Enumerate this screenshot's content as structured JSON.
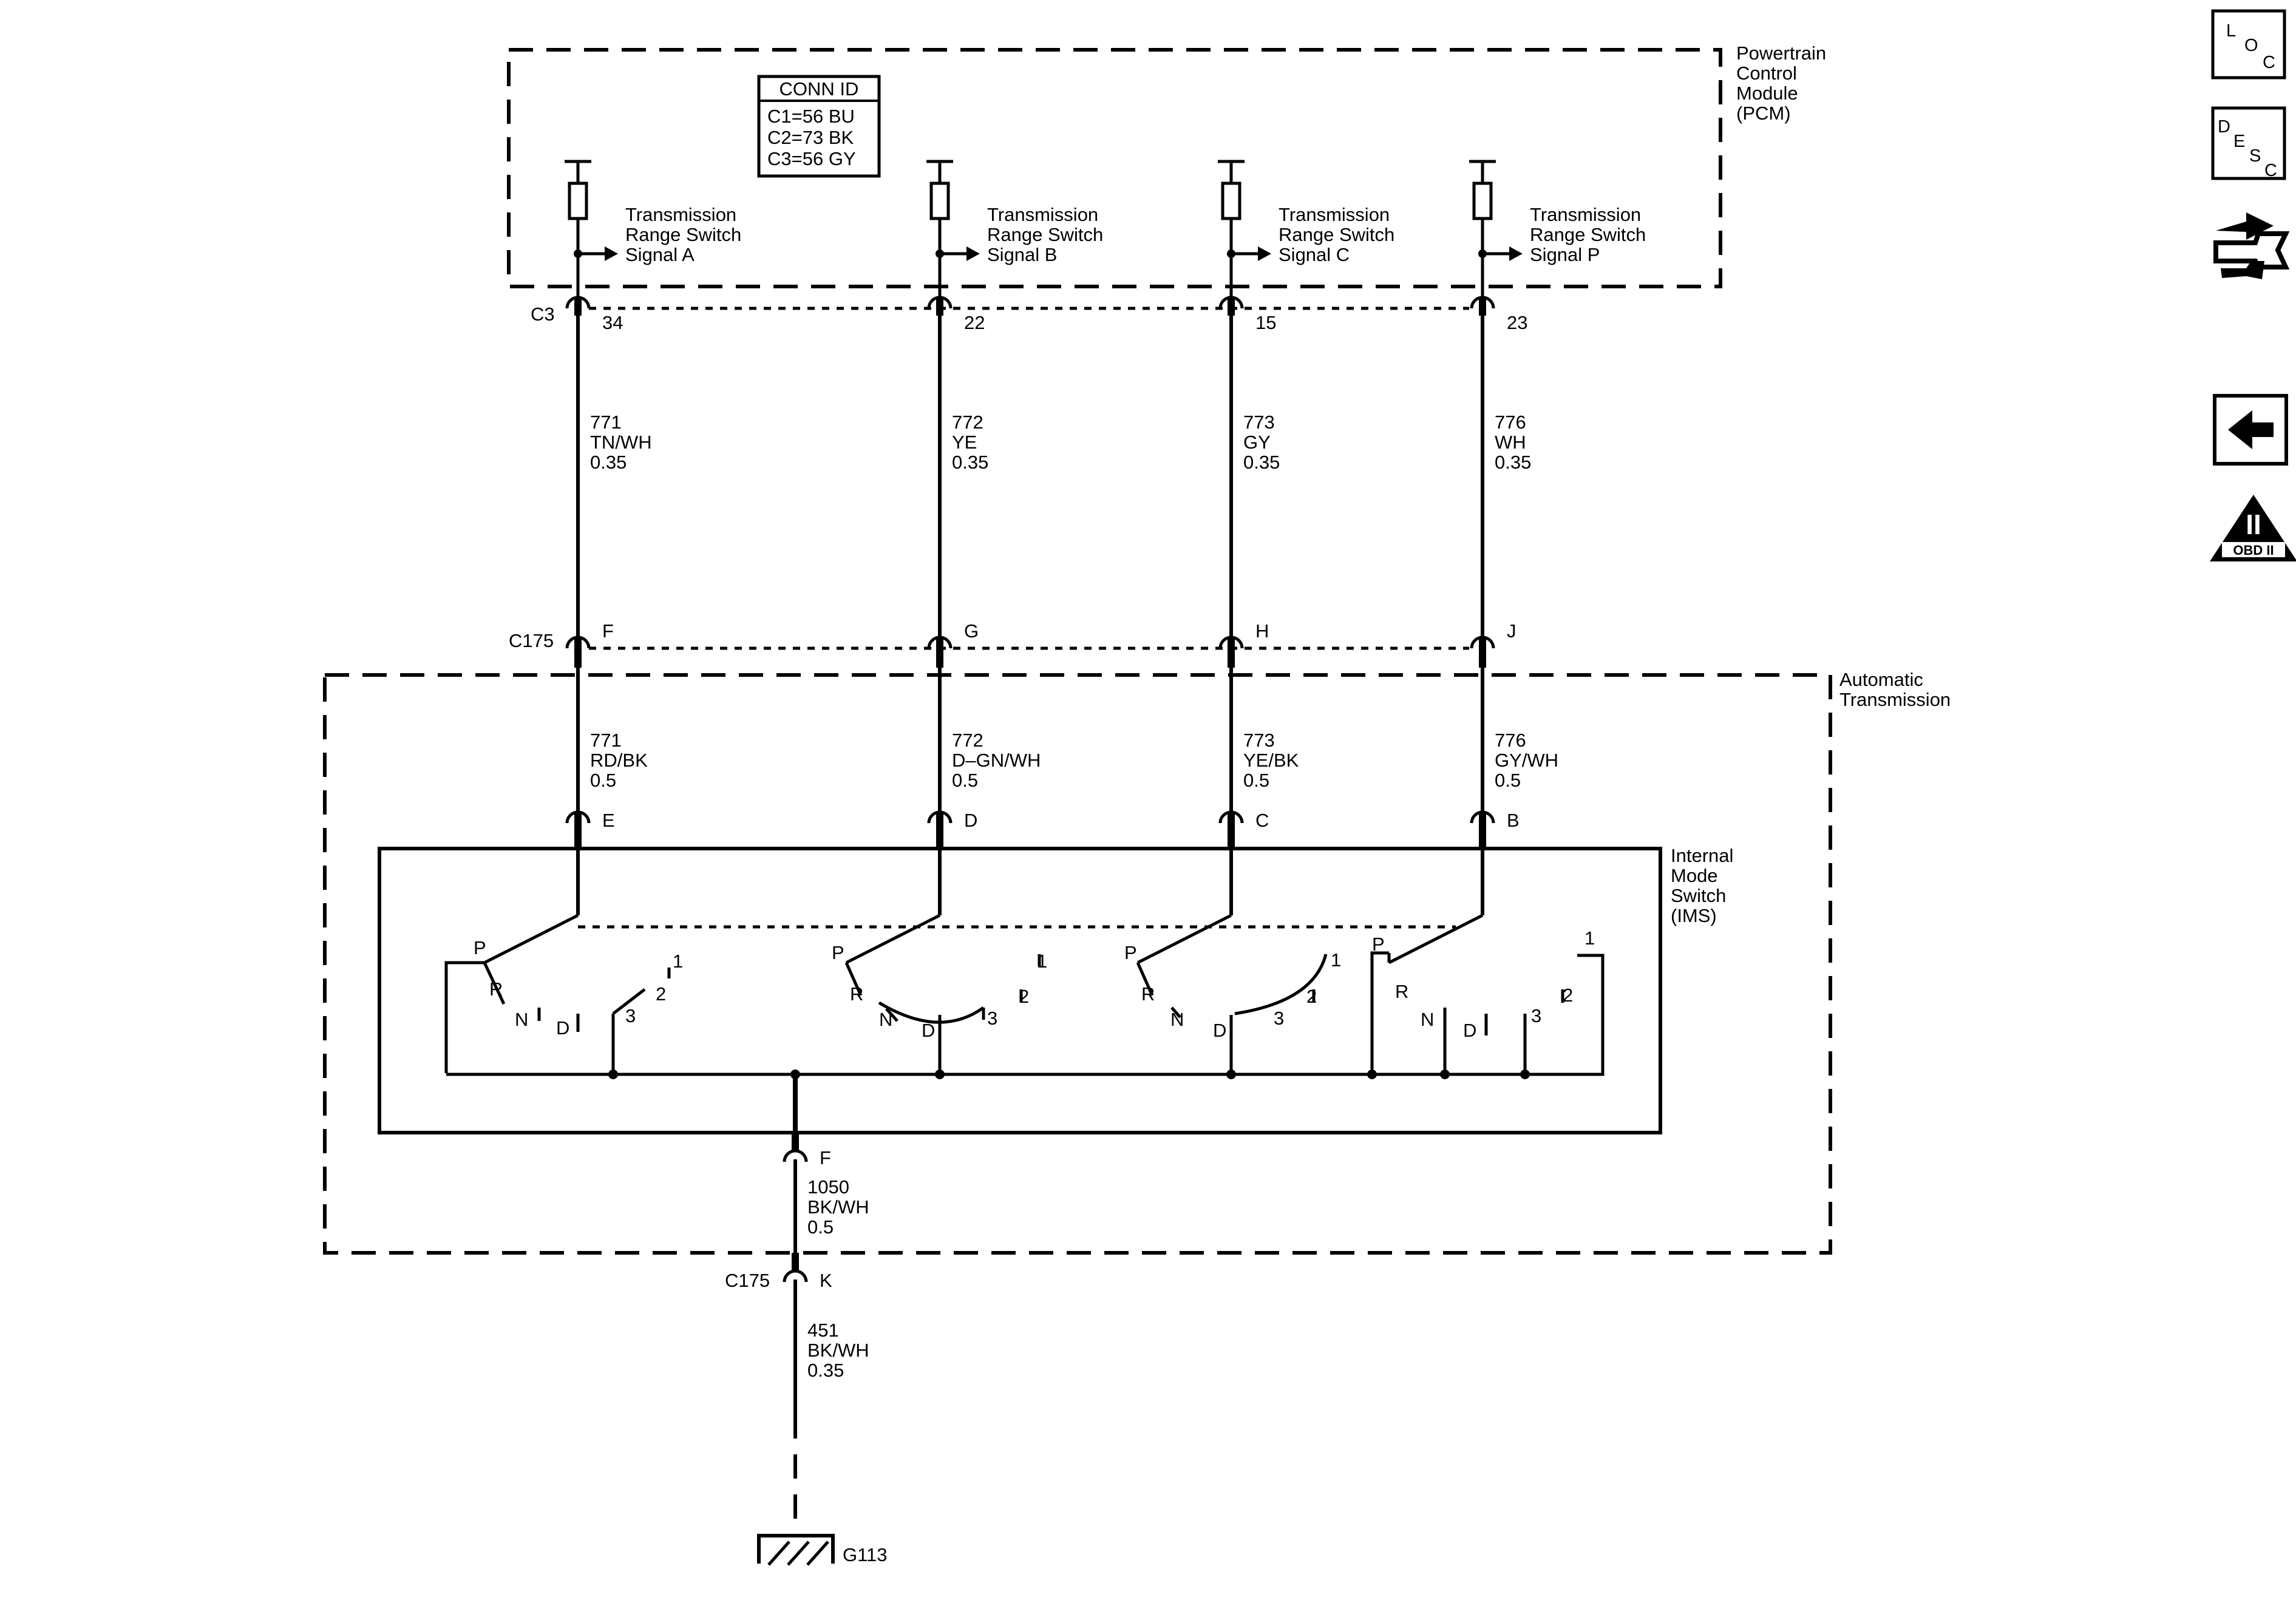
{
  "pcm": {
    "label_lines": [
      "Powertrain",
      "Control",
      "Module",
      "(PCM)"
    ],
    "conn_id": {
      "title": "CONN ID",
      "rows": [
        "C1=56 BU",
        "C2=73 BK",
        "C3=56 GY"
      ]
    },
    "connector": "C3"
  },
  "signals": [
    {
      "lines": [
        "Transmission",
        "Range Switch",
        "Signal A"
      ],
      "pin": "34",
      "upper_wire": {
        "circuit": "771",
        "color": "TN/WH",
        "gauge": "0.35"
      },
      "c175_pin": "F",
      "lower_wire": {
        "circuit": "771",
        "color": "RD/BK",
        "gauge": "0.5"
      },
      "ims_pin": "E"
    },
    {
      "lines": [
        "Transmission",
        "Range Switch",
        "Signal B"
      ],
      "pin": "22",
      "upper_wire": {
        "circuit": "772",
        "color": "YE",
        "gauge": "0.35"
      },
      "c175_pin": "G",
      "lower_wire": {
        "circuit": "772",
        "color": "D–GN/WH",
        "gauge": "0.5"
      },
      "ims_pin": "D"
    },
    {
      "lines": [
        "Transmission",
        "Range Switch",
        "Signal C"
      ],
      "pin": "15",
      "upper_wire": {
        "circuit": "773",
        "color": "GY",
        "gauge": "0.35"
      },
      "c175_pin": "H",
      "lower_wire": {
        "circuit": "773",
        "color": "YE/BK",
        "gauge": "0.5"
      },
      "ims_pin": "C"
    },
    {
      "lines": [
        "Transmission",
        "Range Switch",
        "Signal P"
      ],
      "pin": "23",
      "upper_wire": {
        "circuit": "776",
        "color": "WH",
        "gauge": "0.35"
      },
      "c175_pin": "J",
      "lower_wire": {
        "circuit": "776",
        "color": "GY/WH",
        "gauge": "0.5"
      },
      "ims_pin": "B"
    }
  ],
  "c175_label": "C175",
  "transmission": {
    "label_lines": [
      "Automatic",
      "Transmission"
    ]
  },
  "ims": {
    "label_lines": [
      "Internal",
      "Mode",
      "Switch",
      "(IMS)"
    ],
    "positions": [
      "P",
      "R",
      "N",
      "D",
      "3",
      "2",
      "1"
    ],
    "ground_pin": "F"
  },
  "ground_wire_1": {
    "circuit": "1050",
    "color": "BK/WH",
    "gauge": "0.5"
  },
  "ground_c175": {
    "label": "C175",
    "pin": "K"
  },
  "ground_wire_2": {
    "circuit": "451",
    "color": "BK/WH",
    "gauge": "0.35"
  },
  "ground_label": "G113",
  "sidebar": {
    "loc": [
      "L",
      "O",
      "C"
    ],
    "desc": [
      "D",
      "E",
      "S",
      "C"
    ],
    "icons": [
      "loc-icon",
      "desc-icon",
      "connector-wrench-icon",
      "back-arrow-icon",
      "obd-ii-icon"
    ],
    "obd_roman": "II",
    "obd_label": "OBD II"
  }
}
